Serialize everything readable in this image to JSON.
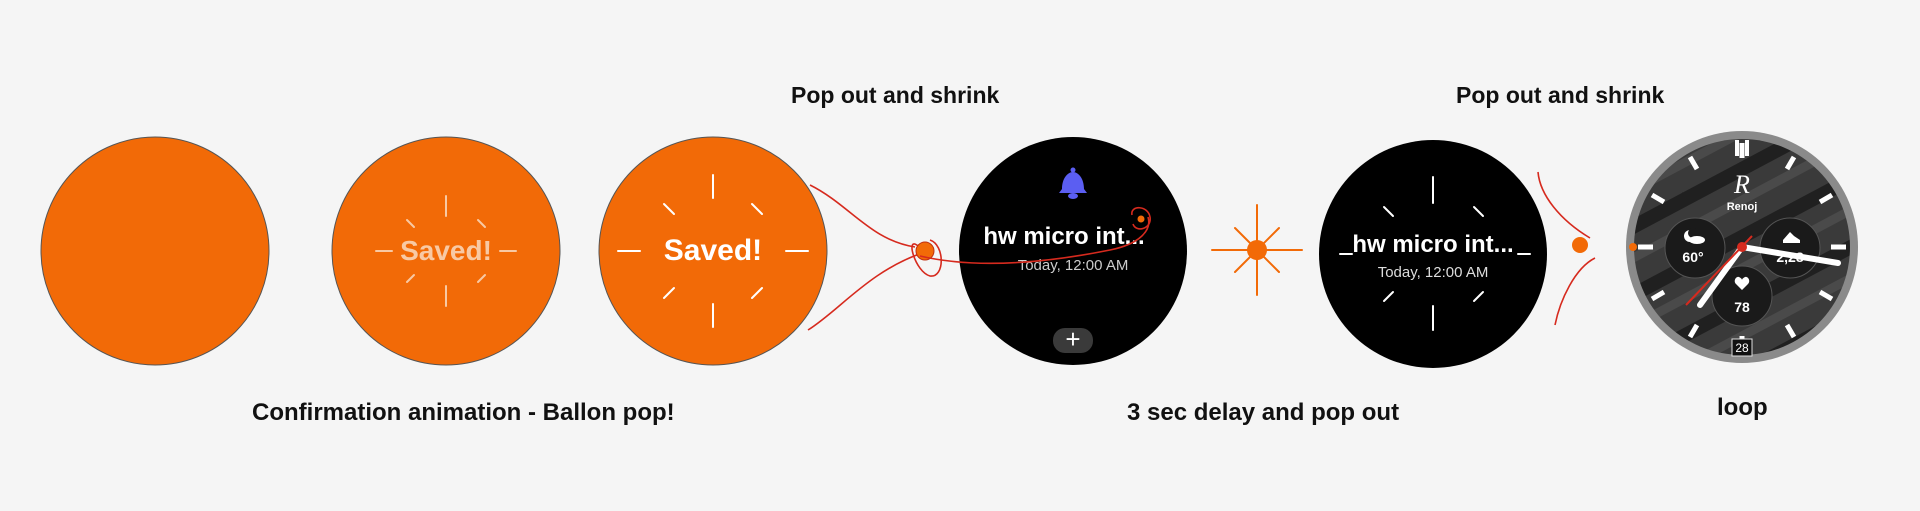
{
  "labels": {
    "pop_shrink_1": "Pop out and shrink",
    "pop_shrink_2": "Pop out and shrink",
    "confirmation": "Confirmation animation - Ballon pop!",
    "delay": "3 sec delay and pop out",
    "loop": "loop"
  },
  "saved_faded": "Saved!",
  "saved_bold": "Saved!",
  "notification": {
    "title": "hw micro int...",
    "time": "Today, 12:00 AM",
    "add_glyph": "+"
  },
  "notification_2": {
    "title": "hw micro int...",
    "time": "Today, 12:00 AM"
  },
  "watchface": {
    "brand_mark": "R",
    "brand_name": "Renoj",
    "temperature": "60°",
    "steps": "2,28",
    "heart_rate": "78",
    "date": "28"
  },
  "colors": {
    "accent": "#f26a07",
    "stroke": "#d62a1e",
    "bell": "#5b5ef2"
  }
}
